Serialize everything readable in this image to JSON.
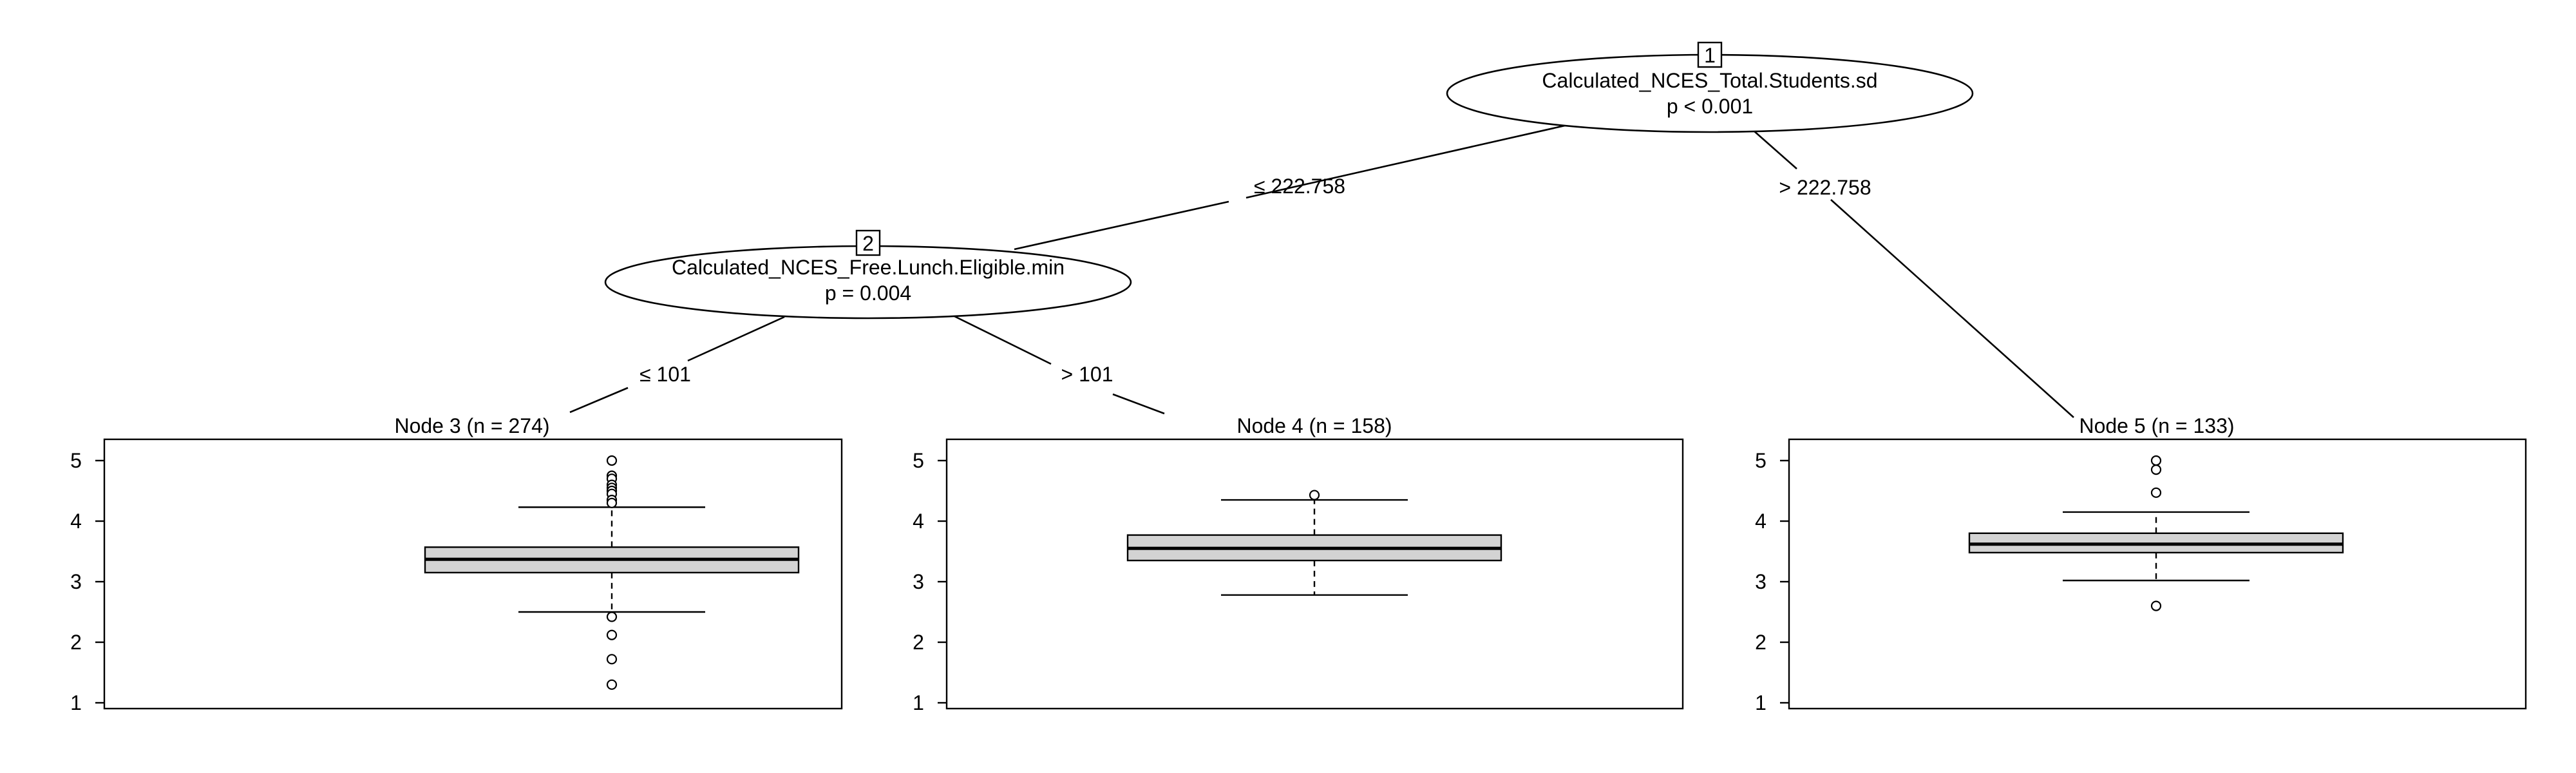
{
  "tree": {
    "inner_nodes": [
      {
        "id": "1",
        "variable": "Calculated_NCES_Total.Students.sd",
        "p_label": "p < 0.001"
      },
      {
        "id": "2",
        "variable": "Calculated_NCES_Free.Lunch.Eligible.min",
        "p_label": "p = 0.004"
      }
    ],
    "edges": [
      {
        "from": "1",
        "to": "2",
        "label": "≤ 222.758"
      },
      {
        "from": "1",
        "to": "5",
        "label": "> 222.758"
      },
      {
        "from": "2",
        "to": "3",
        "label": "≤ 101"
      },
      {
        "from": "2",
        "to": "4",
        "label": "> 101"
      }
    ],
    "terminal_nodes": [
      {
        "id": "3",
        "title": "Node 3 (n = 274)"
      },
      {
        "id": "4",
        "title": "Node 4 (n = 158)"
      },
      {
        "id": "5",
        "title": "Node 5 (n = 133)"
      }
    ]
  },
  "chart_data": {
    "type": "boxplot",
    "shared_y_axis": {
      "ylim": [
        1,
        5
      ],
      "ticks": [
        "1",
        "2",
        "3",
        "4",
        "5"
      ]
    },
    "panels": [
      {
        "node": "3",
        "n": 274,
        "whisker_low": 2.5,
        "q1": 3.15,
        "median": 3.37,
        "q3": 3.57,
        "whisker_high": 4.23,
        "outliers": [
          5.0,
          4.75,
          4.7,
          4.6,
          4.55,
          4.5,
          4.45,
          4.35,
          4.3,
          2.42,
          2.12,
          1.72,
          1.3
        ]
      },
      {
        "node": "4",
        "n": 158,
        "whisker_low": 2.78,
        "q1": 3.35,
        "median": 3.55,
        "q3": 3.77,
        "whisker_high": 4.35,
        "outliers": [
          4.43
        ]
      },
      {
        "node": "5",
        "n": 133,
        "whisker_low": 3.02,
        "q1": 3.48,
        "median": 3.62,
        "q3": 3.8,
        "whisker_high": 4.15,
        "outliers": [
          5.0,
          4.85,
          4.47,
          2.6
        ]
      }
    ]
  }
}
